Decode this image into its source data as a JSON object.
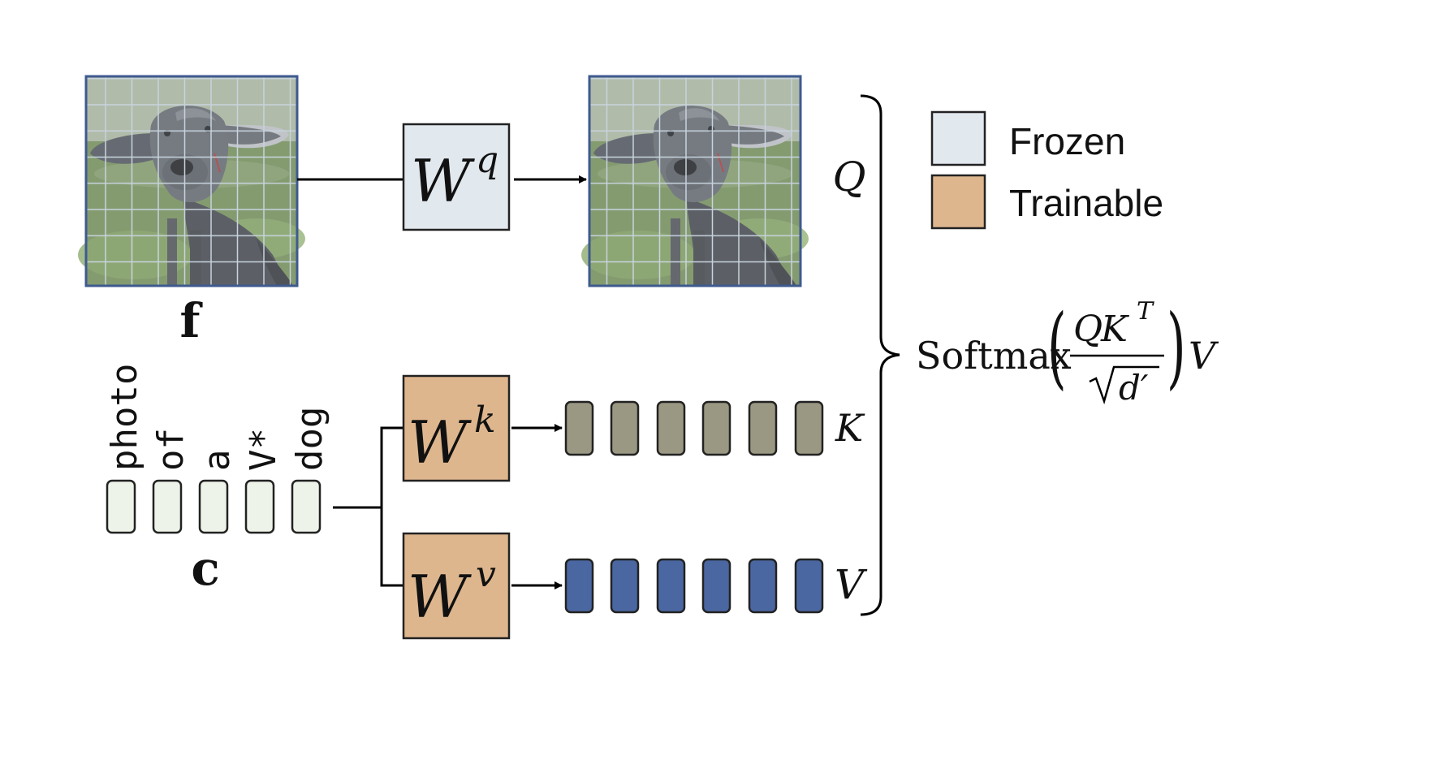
{
  "labels": {
    "feature_map": "f",
    "text_condition": "c",
    "query": "Q",
    "key": "K",
    "value": "V"
  },
  "weights": {
    "query_base": "W",
    "query_sup": "q",
    "key_base": "W",
    "key_sup": "k",
    "value_base": "W",
    "value_sup": "v"
  },
  "tokens": [
    "photo",
    "of",
    "a",
    "V*",
    "dog"
  ],
  "formula": {
    "func": "Softmax",
    "num_q": "Q",
    "num_k": "K",
    "num_sup": "T",
    "den": "d′",
    "outer": "V"
  },
  "legend": {
    "frozen": "Frozen",
    "trainable": "Trainable"
  },
  "colors": {
    "frozen": "#e1e8ee",
    "trainable": "#deb68e",
    "key_block": "#9a9882",
    "value_block": "#4b67a2",
    "token_block": "#edf3e8",
    "image_border": "#3e5a8f",
    "grid_line": "#c4d0da"
  },
  "images": {
    "input_alt": "dog photo with grid overlay",
    "output_alt": "dog photo with grid overlay"
  }
}
